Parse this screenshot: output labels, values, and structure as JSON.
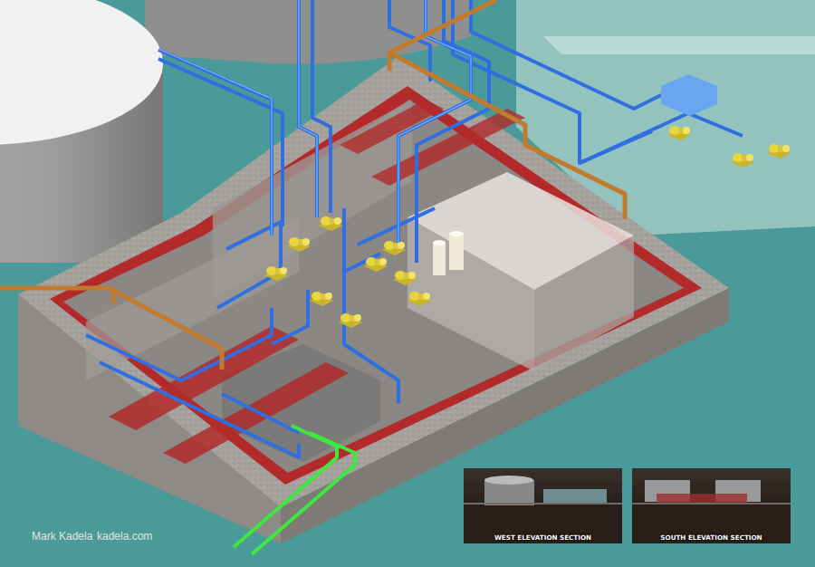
{
  "diagram": {
    "nodes": [
      {
        "text": [
          "WEST ELEVATION SECTION"
        ]
      },
      {
        "text": [
          "SOUTH ELEVATION SECTION"
        ]
      }
    ],
    "labels": [
      "Mark Kadela",
      "kadela.com"
    ]
  }
}
